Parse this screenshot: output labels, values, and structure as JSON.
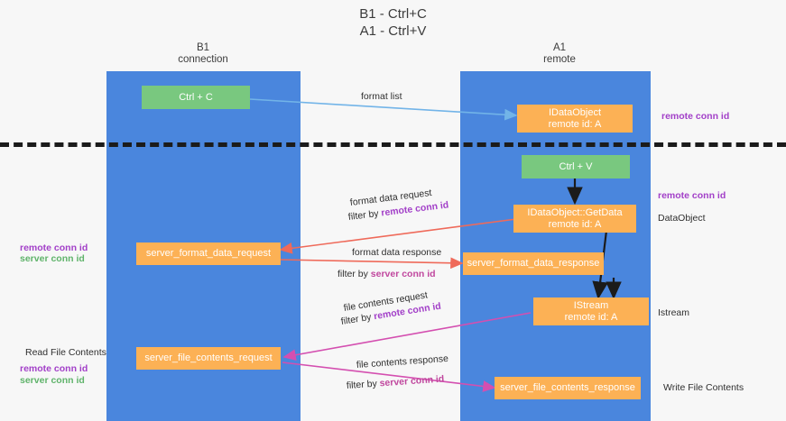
{
  "title": "B1 - Ctrl+C\nA1 - Ctrl+V",
  "columns": {
    "b1": "B1\nconnection",
    "a1": "A1\nremote"
  },
  "boxes": {
    "ctrl_c": "Ctrl + C",
    "ctrl_v": "Ctrl + V",
    "idataobject": "IDataObject\nremote id: A",
    "idataobject_getdata": "IDataObject::GetData\nremote id: A",
    "istream": "IStream\nremote id: A",
    "server_format_data_request": "server_format_data_request",
    "server_format_data_response": "server_format_data_response",
    "server_file_contents_request": "server_file_contents_request",
    "server_file_contents_response": "server_file_contents_response"
  },
  "arrow_labels": {
    "format_list": "format list",
    "format_data_request": "format data request",
    "format_data_request_filter_prefix": "filter by ",
    "format_data_request_filter_value": "remote conn id",
    "format_data_response": "format data response",
    "format_data_response_filter_prefix": "filter by ",
    "format_data_response_filter_value": "server conn id",
    "file_contents_request": "file contents request",
    "file_contents_request_filter_prefix": "filter by ",
    "file_contents_request_filter_value": "remote conn id",
    "file_contents_response": "file contents response",
    "file_contents_response_filter_prefix": "filter by ",
    "file_contents_response_filter_value": "server conn id"
  },
  "annotations": {
    "right_remote_conn_id_top": "remote conn id",
    "right_remote_conn_id_mid": "remote conn id",
    "right_dataobject": "DataObject",
    "right_istream": "Istream",
    "right_write_file_contents": "Write File Contents",
    "left_remote_conn_id": "remote conn id",
    "left_server_conn_id": "server conn id",
    "left_read_file_contents": "Read File Contents",
    "left_remote_conn_id_2": "remote conn id",
    "left_server_conn_id_2": "server conn id"
  },
  "colors": {
    "lane": "#4a86dd",
    "green_box": "#79c87f",
    "orange_box": "#fcb155",
    "arrow_blue": "#72b4e8",
    "arrow_red": "#ef6a5a",
    "arrow_pink": "#d44fb0",
    "arrow_black": "#1b1b1b",
    "label_purple": "#a23fc8",
    "label_green": "#5fb36a",
    "label_pink": "#c0479e"
  }
}
